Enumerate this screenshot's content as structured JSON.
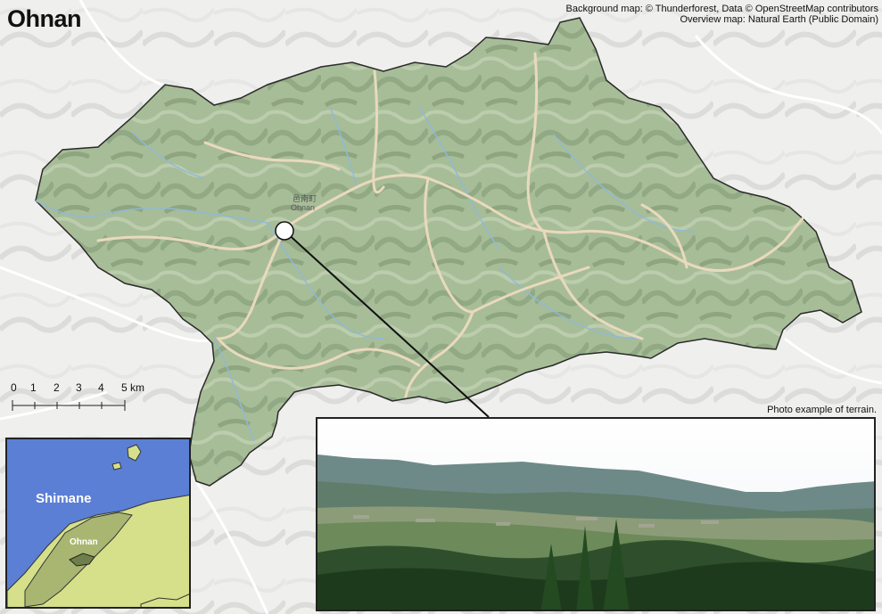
{
  "title": "Ohnan",
  "credits": {
    "line1": "Background map: © Thunderforest, Data © OpenStreetMap contributors",
    "line2": "Overview map: Natural Earth (Public Domain)"
  },
  "town_marker": {
    "label_jp": "邑南町",
    "label_en": "Ohnan"
  },
  "scale_bar": {
    "ticks": [
      "0",
      "1",
      "2",
      "3",
      "4",
      "5"
    ],
    "unit": "km"
  },
  "photo": {
    "caption": "Photo example of terrain."
  },
  "overview_map": {
    "region_label": "Shimane",
    "town_label": "Ohnan"
  },
  "colors": {
    "terrain_fill": "#a9bf9a",
    "border": "#2a2a2a",
    "road": "#e8d6b8",
    "river": "#8fb9d8",
    "sea": "#5b7fd4",
    "land_overview": "#d6e08a",
    "shimane_overview": "#a9b672"
  }
}
